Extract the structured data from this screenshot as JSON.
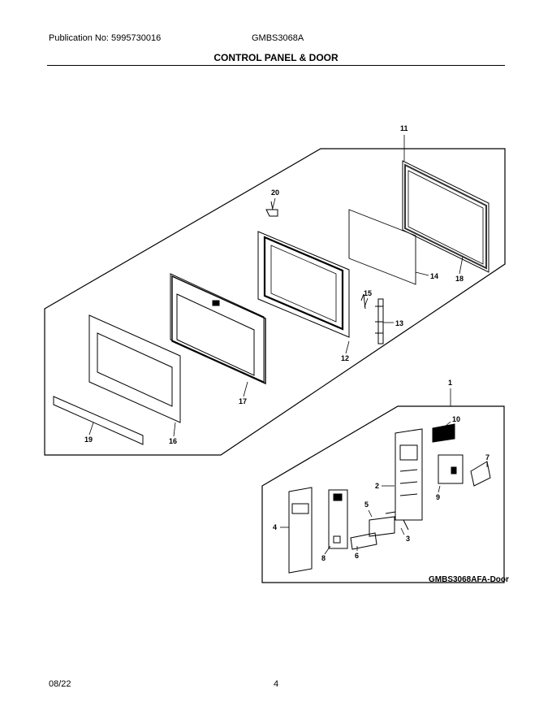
{
  "header": {
    "publication": "Publication No: 5995730016",
    "model": "GMBS3068A",
    "title": "CONTROL PANEL & DOOR"
  },
  "diagram": {
    "door_callouts": [
      "11",
      "20",
      "14",
      "18",
      "15",
      "13",
      "12",
      "17",
      "19",
      "16"
    ],
    "panel_callouts": [
      "1",
      "10",
      "7",
      "2",
      "9",
      "5",
      "4",
      "3",
      "8",
      "6"
    ],
    "reference": "GMBS3068AFA-Door"
  },
  "footer": {
    "date": "08/22",
    "page": "4"
  }
}
